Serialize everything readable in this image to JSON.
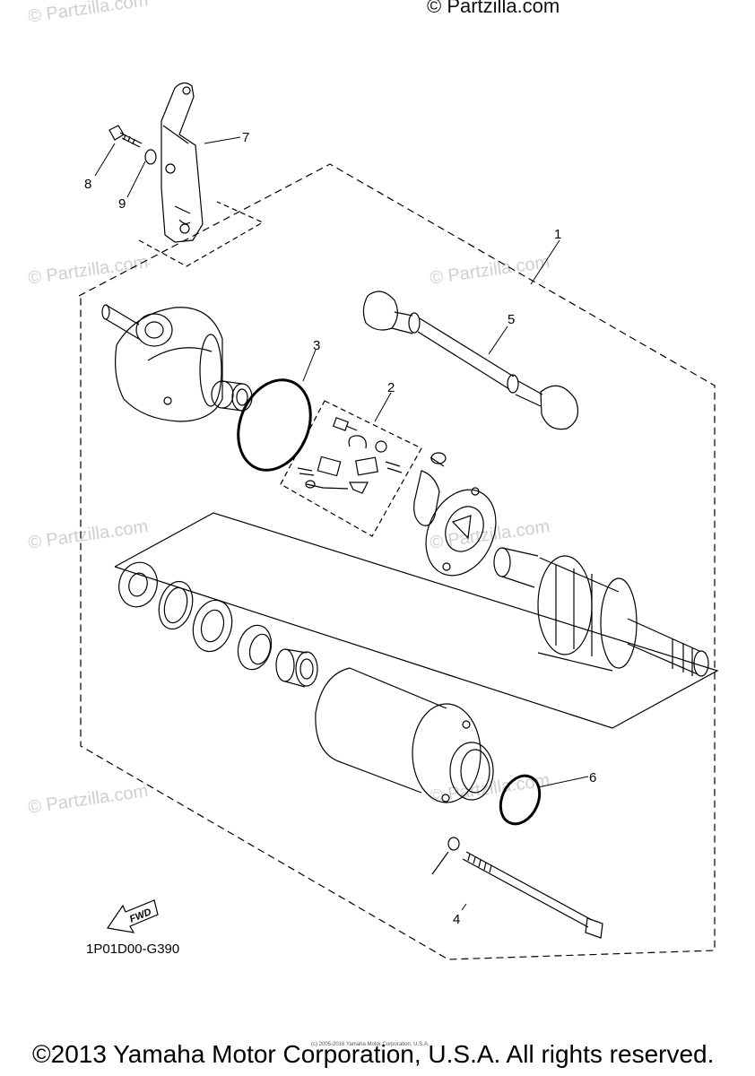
{
  "watermarks": {
    "top": "© Partzilla.com",
    "faded": "© Partzilla.com"
  },
  "callouts": {
    "c1": "1",
    "c2": "2",
    "c3": "3",
    "c4": "4",
    "c5": "5",
    "c6": "6",
    "c7": "7",
    "c8": "8",
    "c9": "9"
  },
  "fwd_label": "FWD",
  "diagram_code": "1P01D00-G390",
  "fine_print": "(c) 2005-2016 Yamaha Motor Corporation, U.S.A.",
  "copyright": "©2013 Yamaha Motor Corporation, U.S.A. All rights reserved."
}
